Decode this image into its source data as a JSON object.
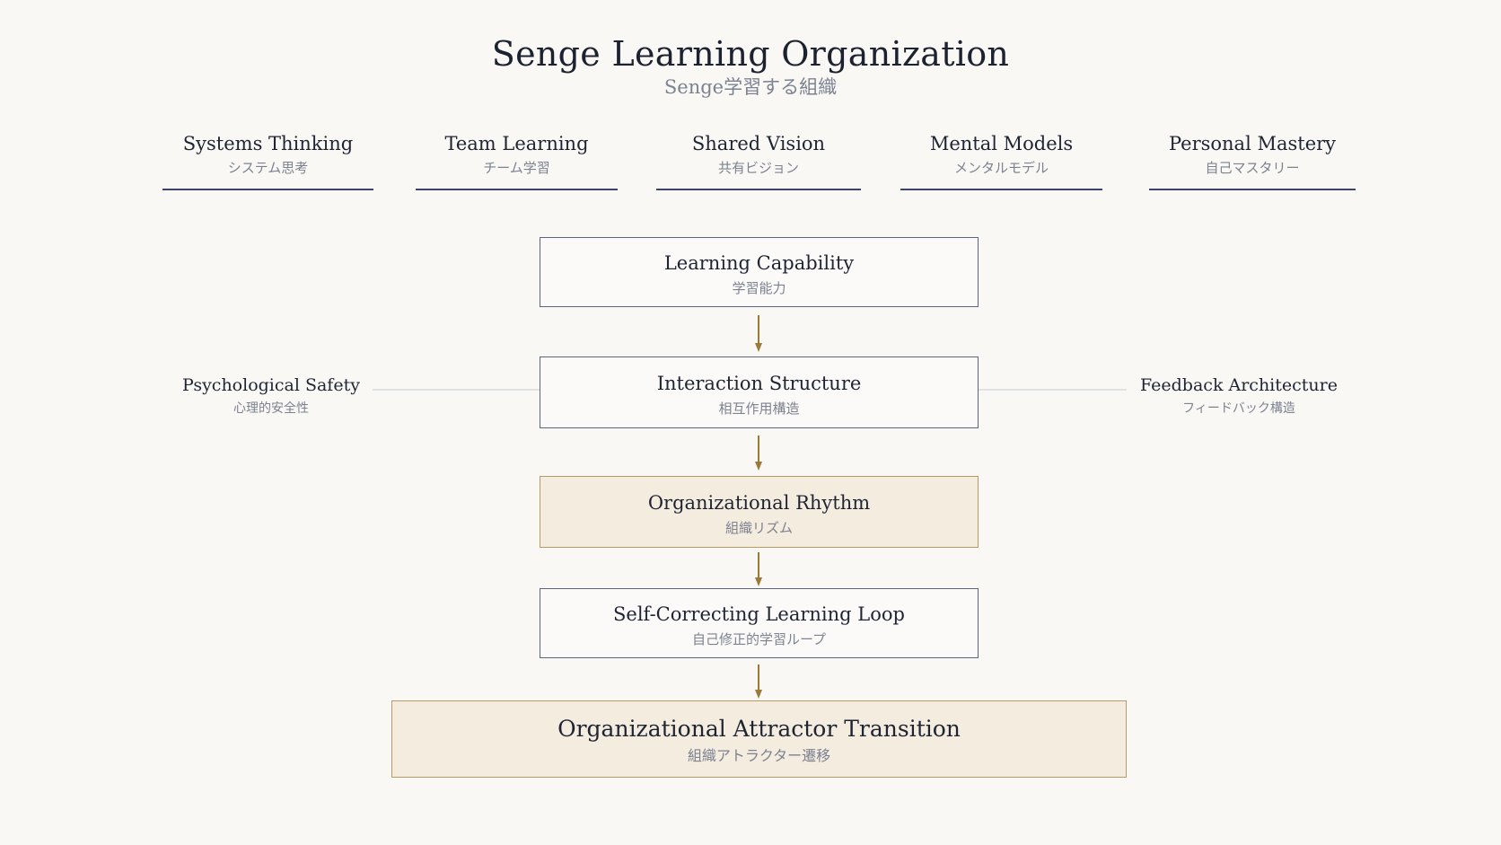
{
  "title": "Senge Learning Organization",
  "subtitle": "Senge学習する組織",
  "disciplines": [
    {
      "en": "Systems Thinking",
      "jp": "システム思考"
    },
    {
      "en": "Team Learning",
      "jp": "チーム学習"
    },
    {
      "en": "Shared Vision",
      "jp": "共有ビジョン"
    },
    {
      "en": "Mental Models",
      "jp": "メンタルモデル"
    },
    {
      "en": "Personal Mastery",
      "jp": "自己マスタリー"
    }
  ],
  "flow": [
    {
      "en": "Learning Capability",
      "jp": "学習能力"
    },
    {
      "en": "Interaction Structure",
      "jp": "相互作用構造"
    },
    {
      "en": "Organizational Rhythm",
      "jp": "組織リズム"
    },
    {
      "en": "Self-Correcting Learning Loop",
      "jp": "自己修正的学習ループ"
    },
    {
      "en": "Organizational Attractor Transition",
      "jp": "組織アトラクター遷移"
    }
  ],
  "side_left": {
    "en": "Psychological Safety",
    "jp": "心理的安全性"
  },
  "side_right": {
    "en": "Feedback Architecture",
    "jp": "フィードバック構造"
  },
  "colors": {
    "ink": "#1f2433",
    "muted": "#7c8290",
    "navy_rule": "#3b4566",
    "box_border": "#5c6580",
    "gold_arrow": "#9a7a36",
    "highlight_fill": "#f5ece0",
    "connector": "#c9ccd3"
  }
}
